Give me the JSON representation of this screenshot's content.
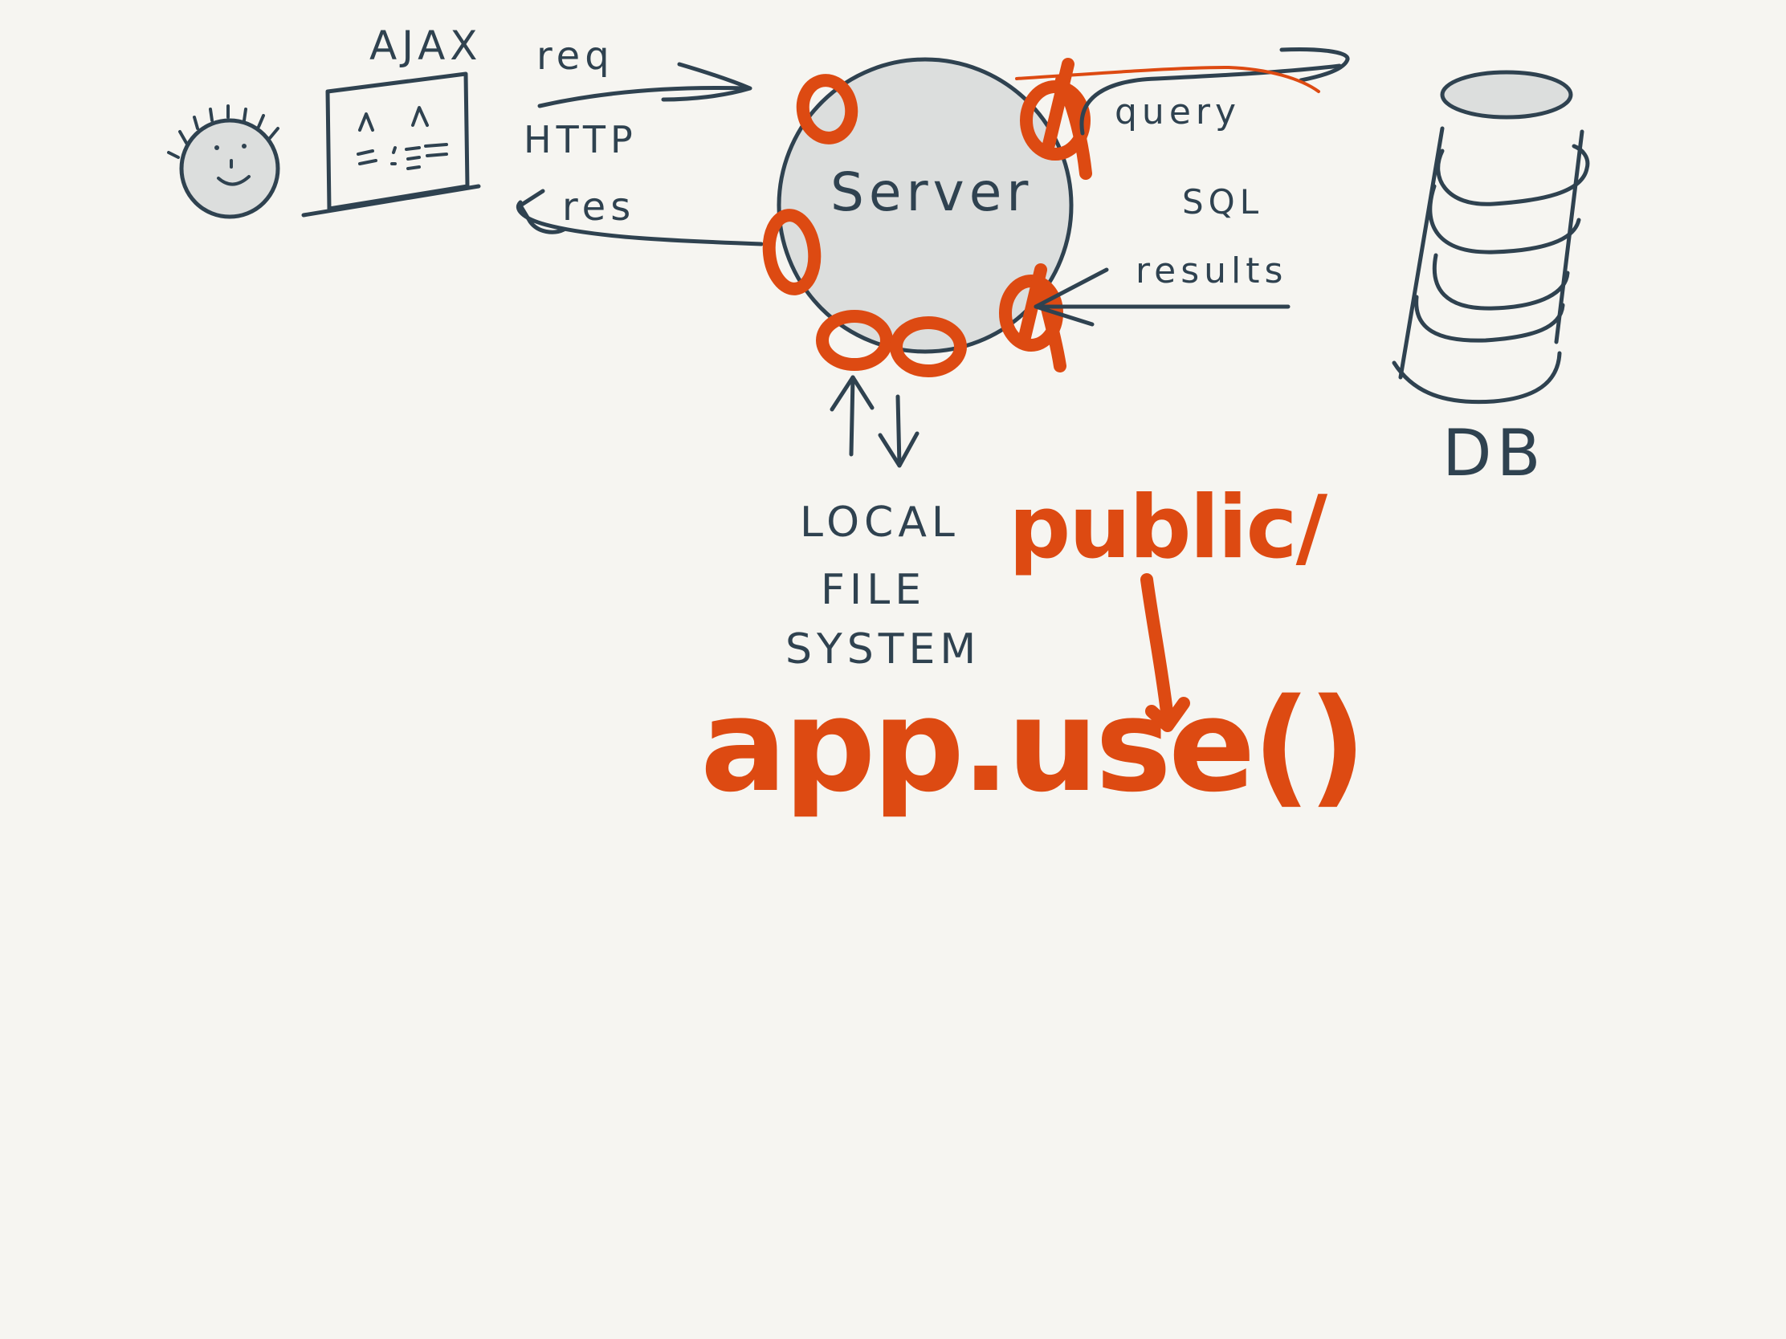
{
  "labels": {
    "ajax": "AJAX",
    "req": "req",
    "http": "HTTP",
    "res": "res",
    "server": "Server",
    "query": "query",
    "sql": "SQL",
    "results": "results",
    "db": "DB",
    "local": "LOCAL",
    "file": "FILE",
    "system": "SYSTEM",
    "public": "public/",
    "app_use": "app.use()"
  },
  "colors": {
    "ink": "#2f4250",
    "accent": "#dd4a12",
    "background": "#f6f5f1",
    "fill": "#dcdedd"
  }
}
